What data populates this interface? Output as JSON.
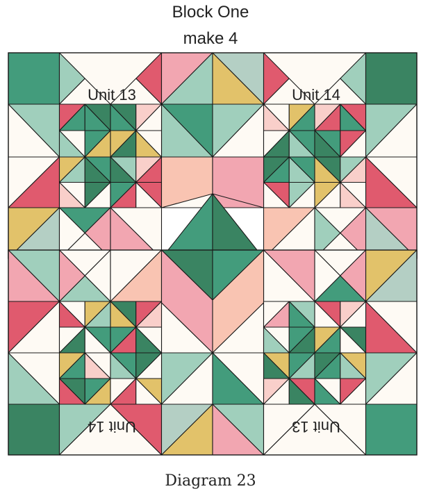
{
  "title": "Block One",
  "subtitle": "make 4",
  "caption": "Diagram 23",
  "labels": {
    "unit13_top": "Unit 13",
    "unit14_top": "Unit 14",
    "unit14_bottom": "Unit 14",
    "unit13_bottom": "Unit 13"
  },
  "palette": {
    "dark_green": "#3a8462",
    "green": "#439c7c",
    "mint": "#a0cfbc",
    "sage": "#b4cfc4",
    "red": "#e05a6e",
    "pink": "#f2a6b1",
    "blush": "#f9cfca",
    "peach": "#f9c4b2",
    "gold": "#e2c26a",
    "cream": "#fefaf4",
    "line": "#1a1a1a"
  }
}
